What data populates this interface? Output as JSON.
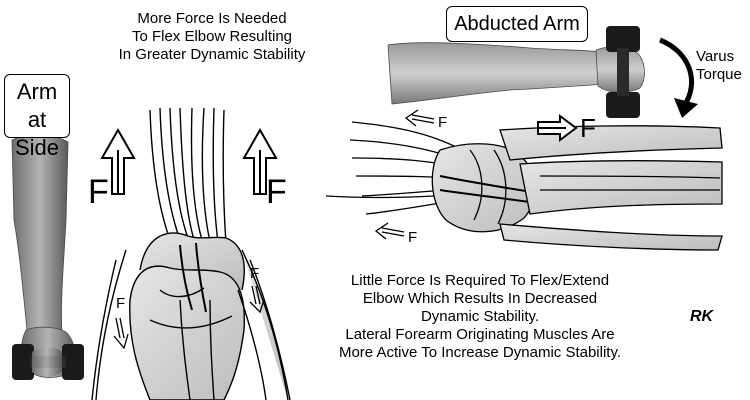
{
  "left_caption": {
    "line1": "More Force Is Needed",
    "line2": "To Flex Elbow Resulting",
    "line3": "In Greater Dynamic Stability"
  },
  "left_label": {
    "line1": "Arm at",
    "line2": "Side"
  },
  "right_label": "Abducted Arm",
  "torque_label": {
    "line1": "Varus",
    "line2": "Torque"
  },
  "force_letter": "F",
  "bottom_caption": {
    "line1": "Little Force Is Required To Flex/Extend",
    "line2": "Elbow Which Results In Decreased",
    "line3": "Dynamic Stability.",
    "line4": "Lateral Forearm Originating Muscles Are",
    "line5": "More Active To Increase Dynamic Stability."
  },
  "signature": "RK",
  "colors": {
    "ink": "#000000",
    "skin": "#8c8c8c",
    "muscle": "#d2d2d2",
    "dumbbell": "#1a1a1a"
  }
}
